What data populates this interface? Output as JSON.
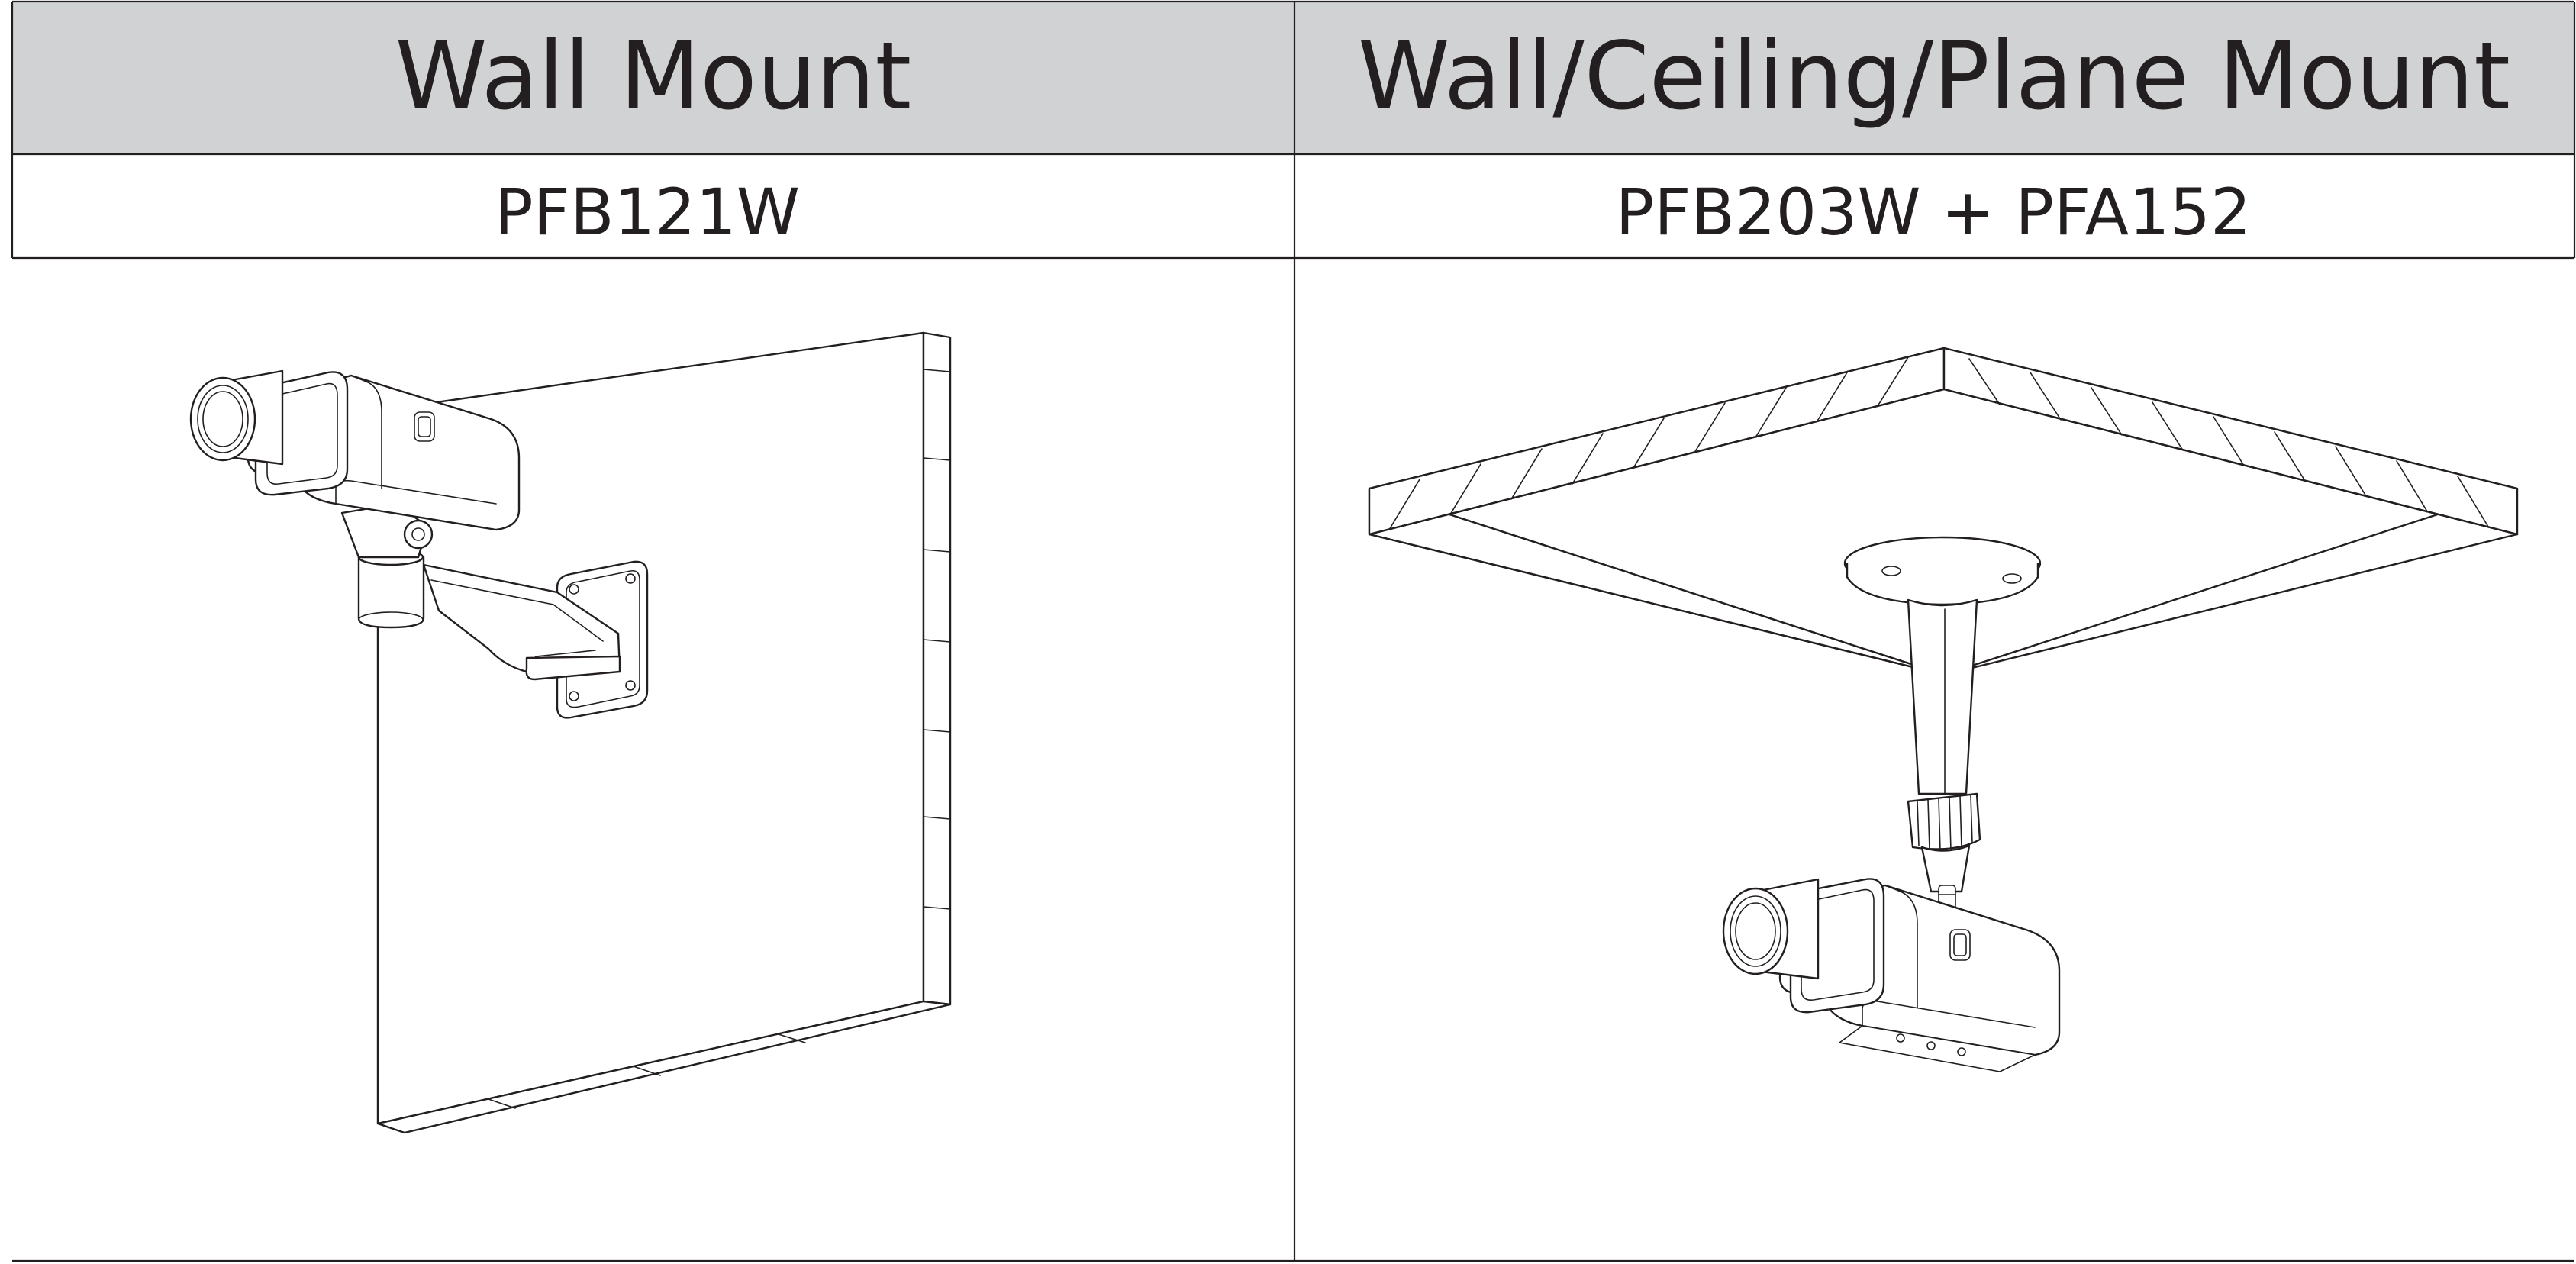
{
  "table": {
    "columns": [
      {
        "heading": "Wall Mount",
        "model": "PFB121W"
      },
      {
        "heading": "Wall/Ceiling/Plane Mount",
        "model": "PFB203W + PFA152"
      }
    ]
  },
  "colors": {
    "header_bg": "#d1d2d4",
    "border": "#231f20",
    "line_art": "#231f20",
    "cell_bg": "#ffffff"
  },
  "icons": [
    "wall-mount-bracket-icon",
    "ceiling-mount-pendant-icon",
    "box-camera-icon"
  ]
}
